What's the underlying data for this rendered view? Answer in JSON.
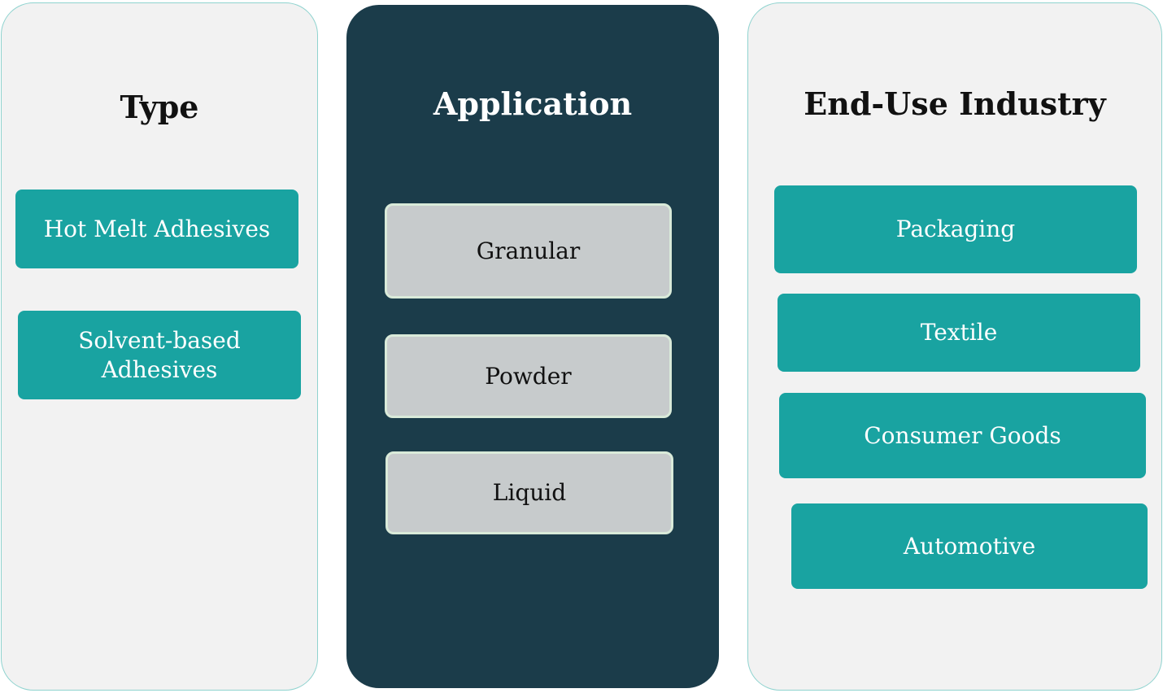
{
  "colors": {
    "light_panel_bg": "#f2f2f2",
    "light_panel_border": "#8fd3cf",
    "dark_panel_bg": "#1b3c4a",
    "teal_box": "#19a3a1",
    "gray_box": "#c7cbcc",
    "gray_box_border": "#d9ead9"
  },
  "type": {
    "title": "Type",
    "items": [
      "Hot Melt Adhesives",
      "Solvent-based Adhesives"
    ]
  },
  "application": {
    "title": "Application",
    "items": [
      "Granular",
      "Powder",
      "Liquid"
    ]
  },
  "end_use": {
    "title": "End-Use Industry",
    "items": [
      "Packaging",
      "Textile",
      "Consumer Goods",
      "Automotive"
    ]
  }
}
